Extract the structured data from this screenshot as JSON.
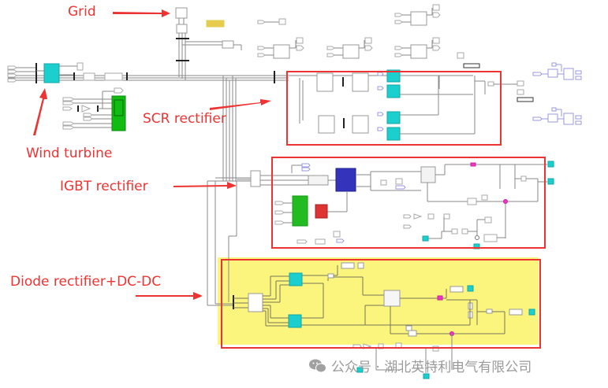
{
  "diagram": {
    "type": "simulink-model",
    "labels": {
      "grid": "Grid",
      "wind_turbine": "Wind turbine",
      "scr_rectifier": "SCR rectifier",
      "igbt_rectifier": "IGBT rectifier",
      "diode_rectifier": "Diode rectifier+DC-DC"
    },
    "sections": [
      {
        "id": "scr",
        "name": "SCR rectifier",
        "highlight": "red-border"
      },
      {
        "id": "igbt",
        "name": "IGBT rectifier",
        "highlight": "red-border"
      },
      {
        "id": "diode",
        "name": "Diode rectifier+DC-DC",
        "highlight": "red-border-yellow-fill"
      }
    ],
    "colors": {
      "annotation": "#ee3333",
      "turbine_block": "#1ccfcf",
      "controller_block": "#11bb11",
      "igbt_bridge": "#3333bb",
      "scope_block": "#dd3333",
      "diode_area": "#fbf57e",
      "measurement_marker": "#ee33cc",
      "grid_constant": "#e6cc4c"
    }
  },
  "watermark": {
    "icon": "wechat-icon",
    "text": "公众号 · 湖北英特利电气有限公司"
  }
}
